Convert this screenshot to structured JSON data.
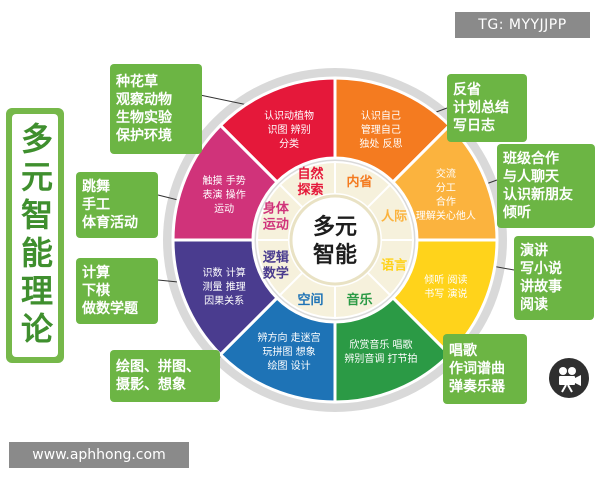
{
  "watermark_top": "TG: MYYJJPP",
  "watermark_bottom": "www.aphhong.com",
  "title": "多元智能理论",
  "center": {
    "line1": "多元",
    "line2": "智能"
  },
  "colors": {
    "title_green": "#3f8f2e",
    "box_green": "#6cb544",
    "segments": [
      "#e5183a",
      "#f47b20",
      "#fbb33e",
      "#ffd31b",
      "#2b9a45",
      "#1e73b6",
      "#4a3c8f",
      "#d0337a"
    ]
  },
  "segments": [
    {
      "name": "自然\n探索",
      "activities": [
        "认识动植物",
        "识图  辨别",
        "分类"
      ]
    },
    {
      "name": "内省",
      "activities": [
        "认识自己",
        "管理自己",
        "独处  反思"
      ]
    },
    {
      "name": "人际",
      "activities": [
        "交流",
        "分工",
        "合作",
        "理解关心他人"
      ]
    },
    {
      "name": "语言",
      "activities": [
        "倾听  阅读",
        "书写  演说"
      ]
    },
    {
      "name": "音乐",
      "activities": [
        "欣赏音乐  唱歌",
        "辨别音调  打节拍"
      ]
    },
    {
      "name": "空间",
      "activities": [
        "辨方向  走迷宫",
        "玩拼图  想象",
        "绘图  设计"
      ]
    },
    {
      "name": "逻辑\n数学",
      "activities": [
        "识数  计算",
        "测量  推理",
        "因果关系"
      ]
    },
    {
      "name": "身体\n运动",
      "activities": [
        "触摸  手势",
        "表演  操作",
        "运动"
      ]
    }
  ],
  "callouts": [
    {
      "text": "种花草\n观察动物\n生物实验\n保护环境"
    },
    {
      "text": "反省\n计划总结\n写日志"
    },
    {
      "text": "班级合作\n与人聊天\n认识新朋友\n倾听"
    },
    {
      "text": "演讲\n写小说\n讲故事\n阅读"
    },
    {
      "text": "唱歌\n作词谱曲\n弹奏乐器"
    },
    {
      "text": "绘图、拼图、\n摄影、想象"
    },
    {
      "text": "计算\n下棋\n做数学题"
    },
    {
      "text": "跳舞\n手工\n体育活动"
    }
  ],
  "icons": {
    "camera": "video-camera-icon"
  }
}
